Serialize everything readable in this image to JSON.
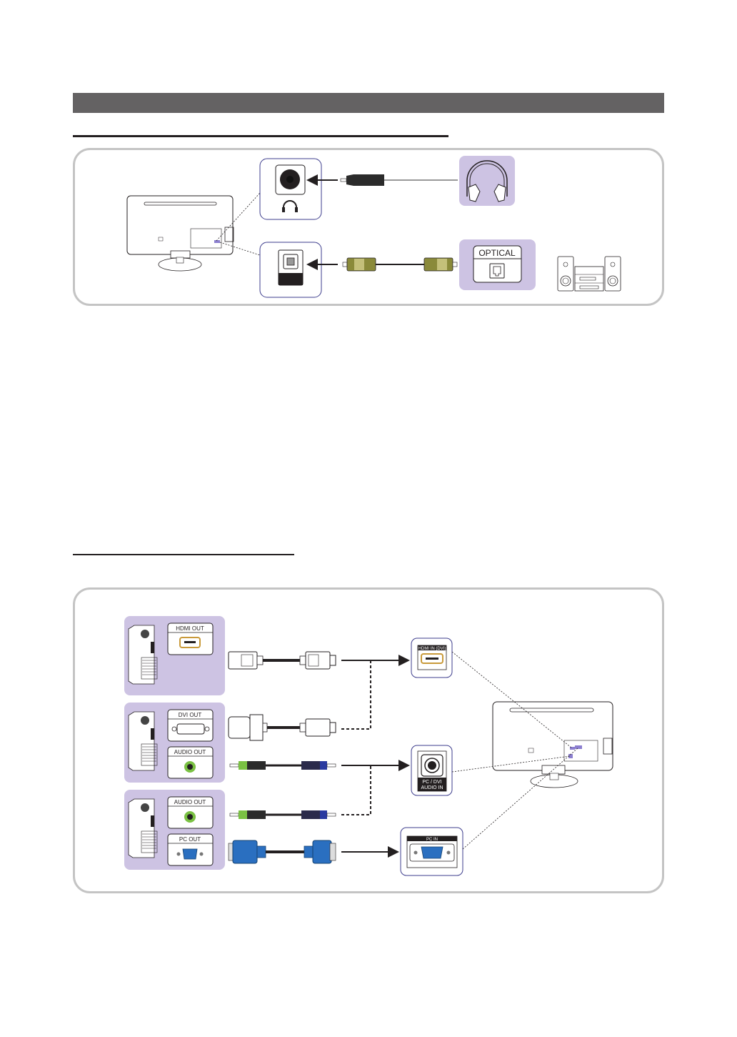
{
  "page": {
    "header_bar_text": "",
    "section1_heading": "",
    "section2_heading": ""
  },
  "diagram1": {
    "tv_ports": [
      {
        "id": "headphone-jack",
        "icon": "headphone-icon"
      },
      {
        "id": "optical-out",
        "icon": "optical-port-icon"
      }
    ],
    "devices": [
      {
        "id": "headphones",
        "icon": "headphones-icon",
        "cable": "3.5mm-jack"
      },
      {
        "id": "audio-system",
        "icon": "stereo-system-icon",
        "port_label": "OPTICAL",
        "cable": "optical-cable"
      }
    ]
  },
  "diagram2": {
    "pc_sources": [
      {
        "ports": [
          {
            "label": "HDMI OUT"
          }
        ]
      },
      {
        "ports": [
          {
            "label": "DVI OUT"
          },
          {
            "label": "AUDIO OUT"
          }
        ]
      },
      {
        "ports": [
          {
            "label": "AUDIO OUT"
          },
          {
            "label": "PC OUT"
          }
        ]
      }
    ],
    "tv_inputs": [
      {
        "label": "HDMI IN (DVI)"
      },
      {
        "label_line1": "PC / DVI",
        "label_line2": "AUDIO IN"
      },
      {
        "label": "PC IN"
      }
    ]
  },
  "colors": {
    "header_bar": "#646263",
    "panel_border": "#c4c4c4",
    "device_panel": "#cdc3e3",
    "port_border": "#3c3c8c",
    "audio_green": "#7ac143",
    "vga_blue": "#2a6fc0",
    "hdmi_gold": "#c99a3a"
  }
}
